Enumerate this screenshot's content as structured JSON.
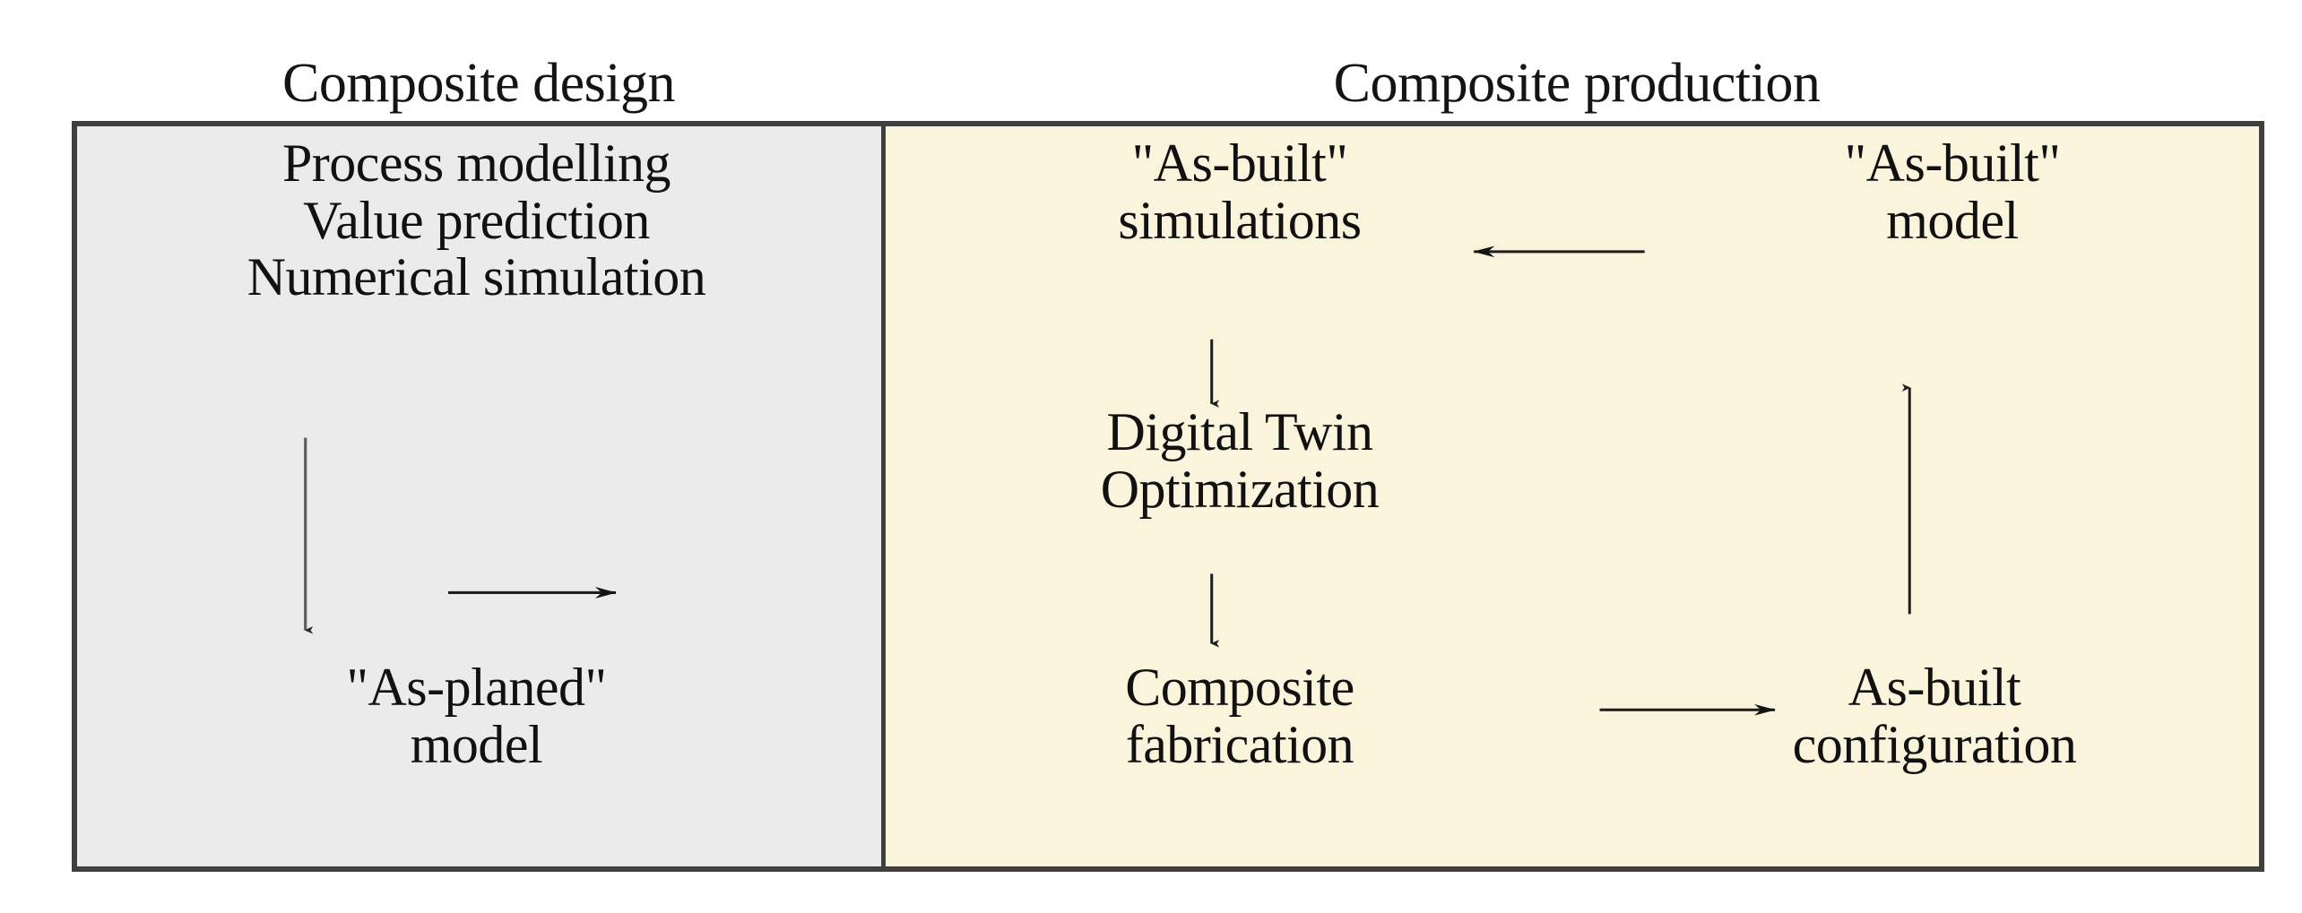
{
  "figure": {
    "type": "flow-diagram",
    "background_color": "#ffffff",
    "border_color": "#3f3f3f"
  },
  "captions": {
    "design": "Composite design",
    "production": "Composite production"
  },
  "panels": {
    "design": {
      "name": "Composite design",
      "fill_color": "#ebebeb",
      "nodes": {
        "inputs": "Process modelling\nValue prediction\nNumerical simulation",
        "as_planed_model": "\"As-planed\"\nmodel"
      }
    },
    "production": {
      "name": "Composite production",
      "fill_color": "#fbf4dd",
      "nodes": {
        "as_built_simulations": "\"As-built\"\nsimulations",
        "digital_twin_optimization": "Digital Twin\nOptimization",
        "composite_fabrication": "Composite\nfabrication",
        "as_built_model": "\"As-built\"\nmodel",
        "as_built_configuration": "As-built\nconfiguration"
      }
    }
  },
  "arrows": [
    {
      "name": "design-inputs-to-as-planed",
      "from": "Process modelling / Value prediction / Numerical simulation",
      "to": "\"As-planed\" model",
      "direction": "down",
      "color": "#5a5a5a"
    },
    {
      "name": "as-planed-to-composite-fabrication",
      "from": "\"As-planed\" model",
      "to": "Composite fabrication",
      "direction": "right",
      "color": "#2e2e2e"
    },
    {
      "name": "composite-fabrication-to-as-built-configuration",
      "from": "Composite fabrication",
      "to": "As-built configuration",
      "direction": "right",
      "color": "#2e2e2e"
    },
    {
      "name": "as-built-configuration-to-as-built-model",
      "from": "As-built configuration",
      "to": "\"As-built\" model",
      "direction": "up",
      "color": "#2e2e2e"
    },
    {
      "name": "as-built-model-to-as-built-simulations",
      "from": "\"As-built\" model",
      "to": "\"As-built\" simulations",
      "direction": "left",
      "color": "#2e2e2e"
    },
    {
      "name": "as-built-simulations-to-digital-twin",
      "from": "\"As-built\" simulations",
      "to": "Digital Twin Optimization",
      "direction": "down",
      "color": "#2e2e2e"
    },
    {
      "name": "digital-twin-to-composite-fabrication",
      "from": "Digital Twin Optimization",
      "to": "Composite fabrication",
      "direction": "down",
      "color": "#2e2e2e"
    }
  ]
}
